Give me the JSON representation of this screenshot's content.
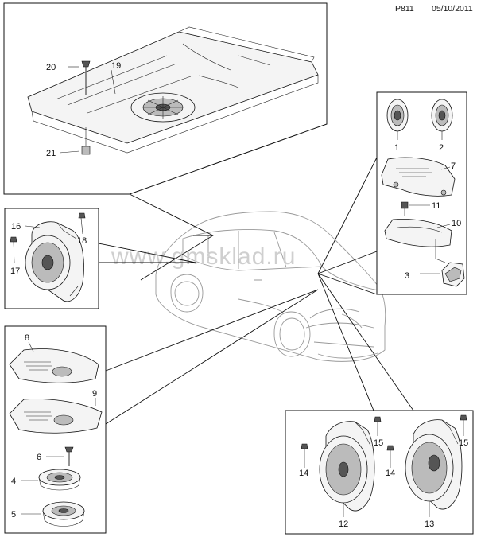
{
  "header": {
    "page_code": "P811",
    "date": "05/10/2011"
  },
  "watermark": "www.gmsklad.ru",
  "callouts": {
    "c1": "1",
    "c2": "2",
    "c3": "3",
    "c4": "4",
    "c5": "5",
    "c6": "6",
    "c7": "7",
    "c8": "8",
    "c9": "9",
    "c10": "10",
    "c11": "11",
    "c12": "12",
    "c13": "13",
    "c14a": "14",
    "c14b": "14",
    "c15a": "15",
    "c15b": "15",
    "c16": "16",
    "c17": "17",
    "c18": "18",
    "c19": "19",
    "c20": "20",
    "c21": "21"
  }
}
